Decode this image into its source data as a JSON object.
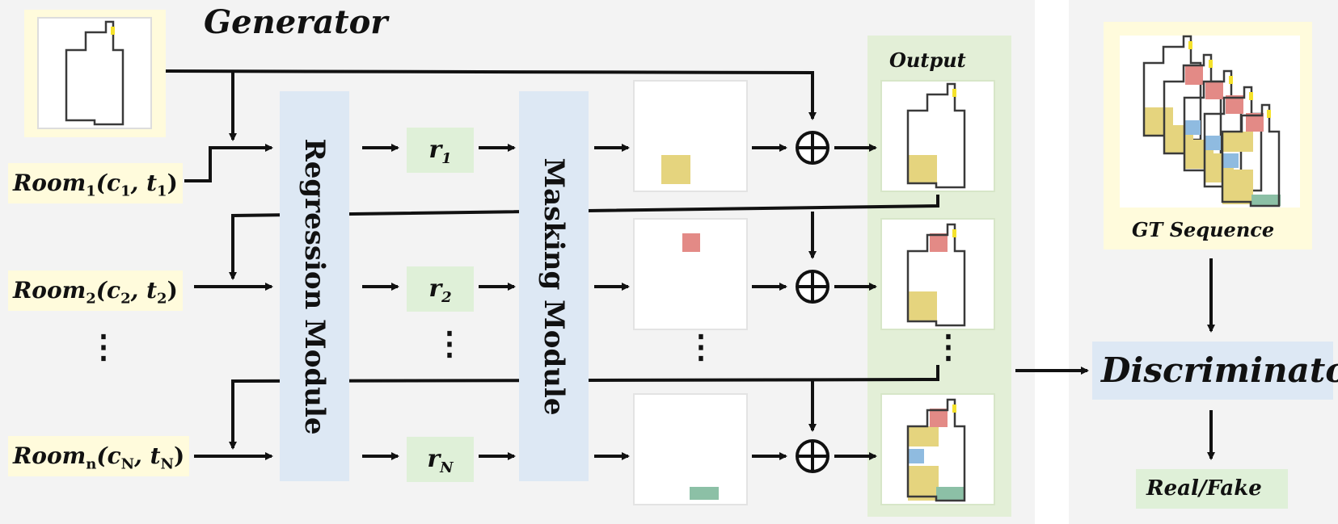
{
  "generator_title": "Generator",
  "output_title": "Output",
  "gt_sequence_label": "GT Sequence",
  "discriminator_label": "Discriminator",
  "real_fake_label": "Real/Fake",
  "regression_module_label": "Regression Module",
  "masking_module_label": "Masking Module",
  "rooms": [
    {
      "base": "Room",
      "sub": "1",
      "args": "(c",
      "arg1_sub": "1",
      "mid": ", t",
      "arg2_sub": "1",
      "close": ")"
    },
    {
      "base": "Room",
      "sub": "2",
      "args": "(c",
      "arg1_sub": "2",
      "mid": ", t",
      "arg2_sub": "2",
      "close": ")"
    },
    {
      "base": "Room",
      "sub": "n",
      "args": "(c",
      "arg1_sub": "N",
      "mid": ", t",
      "arg2_sub": "N",
      "close": ")"
    }
  ],
  "r_labels": [
    {
      "base": "r",
      "sub": "1"
    },
    {
      "base": "r",
      "sub": "2"
    },
    {
      "base": "r",
      "sub": "N"
    }
  ],
  "ellipsis": "⋮",
  "operator_symbol": "⊕",
  "colors": {
    "panel_bg": "#f3f3f3",
    "module_blue": "#dde8f4",
    "label_green": "#dff0d8",
    "label_yellow": "#fffbdc",
    "output_green": "#e3efd7",
    "room_yellow": "#e5d47e",
    "room_red": "#e38a86",
    "room_blue": "#8fbbe0",
    "room_teal": "#8cc0a6",
    "door_yellow": "#f5e22c",
    "outline": "#3a3a3a"
  }
}
